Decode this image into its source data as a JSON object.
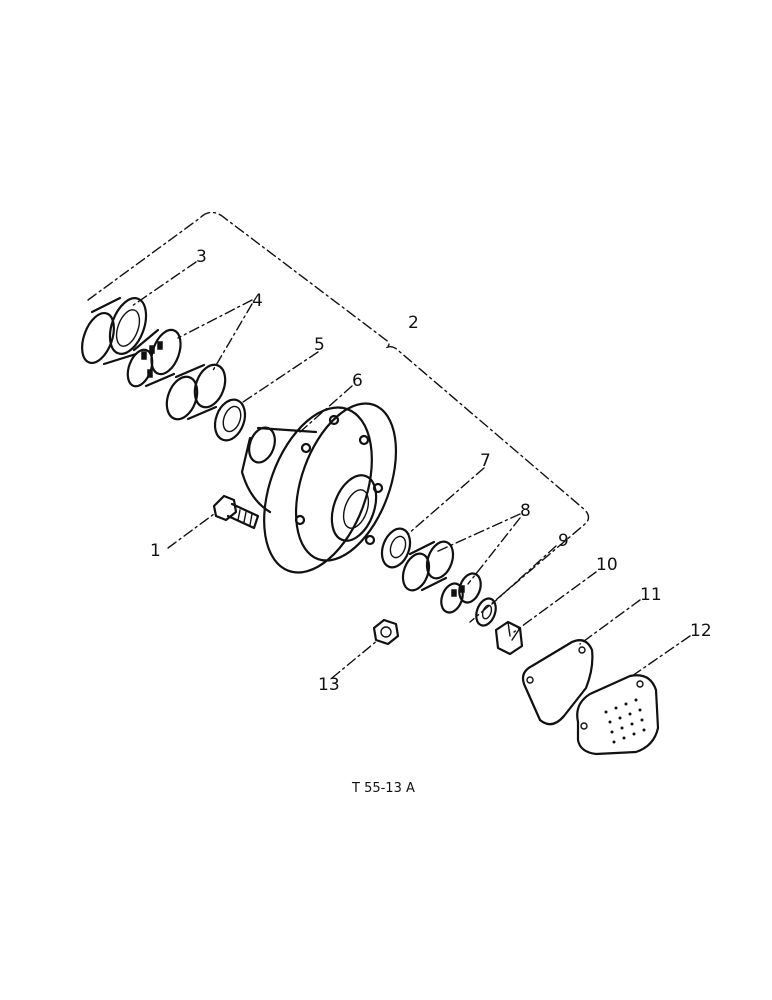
{
  "diagram": {
    "figure_code": "T 55-13 A",
    "callouts": [
      "1",
      "2",
      "3",
      "4",
      "5",
      "6",
      "7",
      "8",
      "9",
      "10",
      "11",
      "12",
      "13"
    ]
  }
}
